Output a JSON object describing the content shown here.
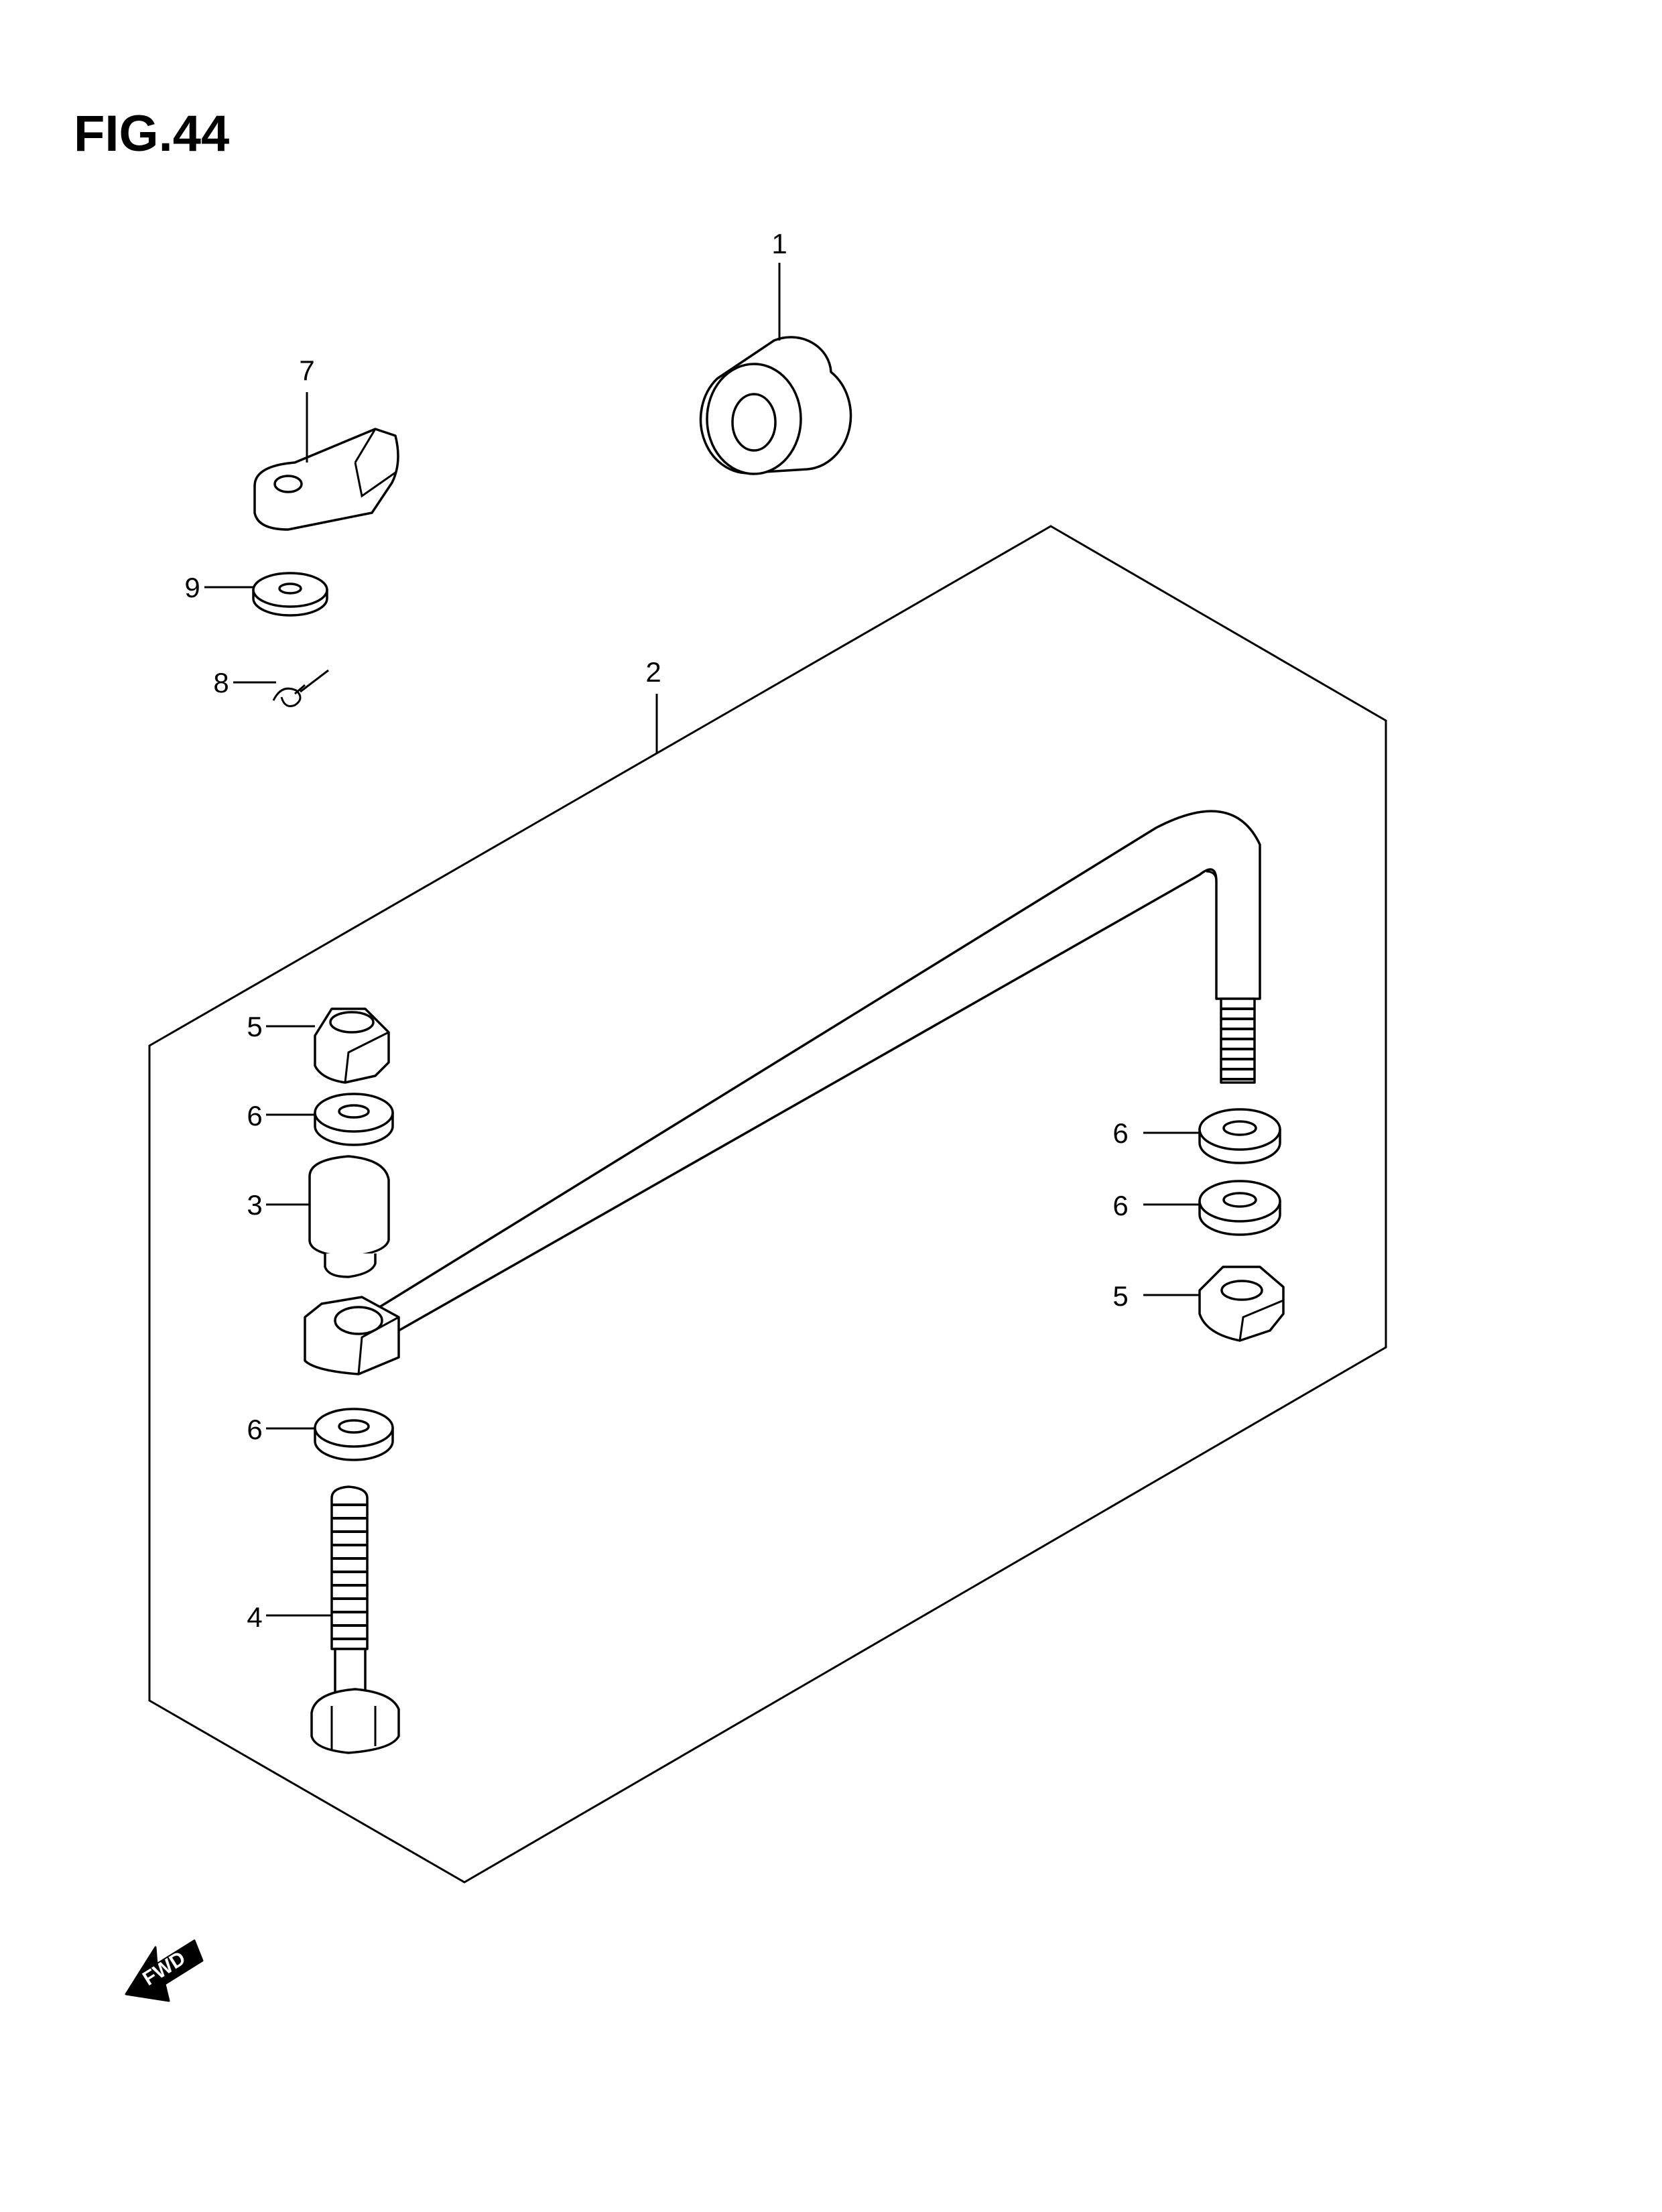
{
  "figure": {
    "title": "FIG.44"
  },
  "fwd_label": "FWD",
  "callouts": [
    {
      "id": "c1",
      "label": "1"
    },
    {
      "id": "c2",
      "label": "2"
    },
    {
      "id": "c3",
      "label": "3"
    },
    {
      "id": "c4",
      "label": "4"
    },
    {
      "id": "c5a",
      "label": "5"
    },
    {
      "id": "c5b",
      "label": "5"
    },
    {
      "id": "c6a",
      "label": "6"
    },
    {
      "id": "c6b",
      "label": "6"
    },
    {
      "id": "c6c",
      "label": "6"
    },
    {
      "id": "c6d",
      "label": "6"
    },
    {
      "id": "c7",
      "label": "7"
    },
    {
      "id": "c8",
      "label": "8"
    },
    {
      "id": "c9",
      "label": "9"
    }
  ]
}
